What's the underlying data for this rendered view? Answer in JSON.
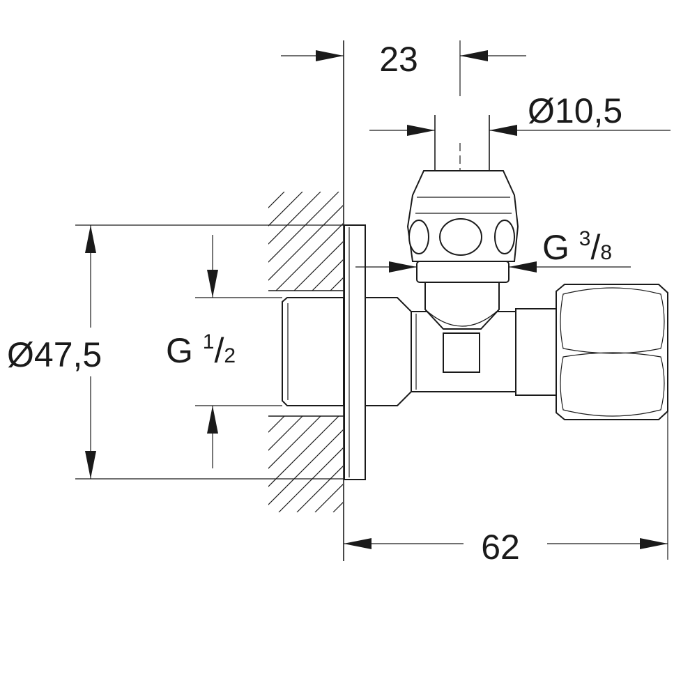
{
  "dimensions": {
    "width_top": "23",
    "stem_diameter": "Ø10,5",
    "outlet_thread": {
      "prefix": "G ",
      "numerator": "3",
      "slash": "/",
      "denominator": "8"
    },
    "flange_diameter": "Ø47,5",
    "inlet_thread": {
      "prefix": "G ",
      "numerator": "1",
      "slash": "/",
      "denominator": "2"
    },
    "length_bottom": "62"
  },
  "colors": {
    "line": "#1a1a1a",
    "background": "#ffffff"
  }
}
